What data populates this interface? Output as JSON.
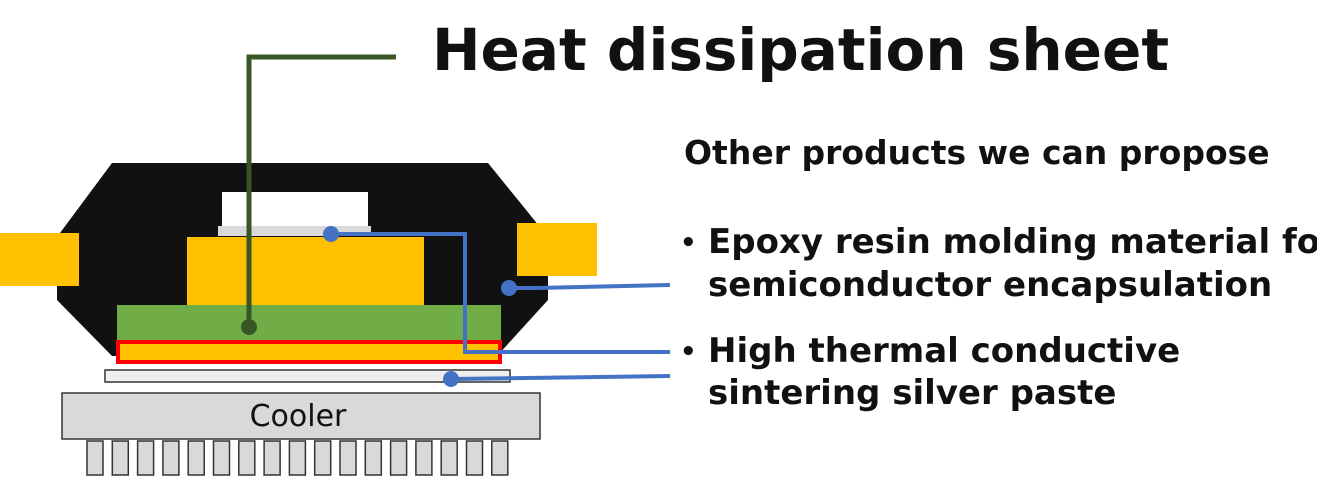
{
  "title": "Heat dissipation sheet",
  "subtitle": "Other products we can propose",
  "bullet_glyph": "•",
  "products": [
    {
      "line1": "Epoxy resin molding material for",
      "line2": "semiconductor encapsulation"
    },
    {
      "line1": "High thermal conductive",
      "line2": "sintering silver paste"
    }
  ],
  "cooler_label": "Cooler",
  "colors": {
    "mold": "#111111",
    "lead": "#FFC000",
    "substrate": "#70AD47",
    "sheet_outline": "#FF0000",
    "leader_green": "#375623",
    "leader_blue": "#4472C4",
    "cooler": "#D9D9D9"
  }
}
